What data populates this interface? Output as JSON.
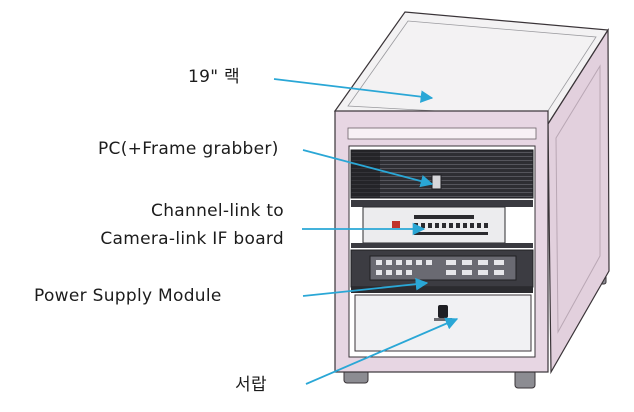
{
  "labels": {
    "rack": "19\" 랙",
    "pc": "PC(+Frame grabber)",
    "channel_link_line1": "Channel-link to",
    "channel_link_line2": "Camera-link IF board",
    "power_supply": "Power Supply Module",
    "drawer": "서랍"
  },
  "icons": {
    "pointer": "arrow-icon"
  },
  "colors": {
    "rack_frame": "#e7d6e3",
    "rack_top": "#f3f2f3",
    "rack_side": "#e2d0dd",
    "outline": "#3a3438",
    "equipment_dark": "#2b2b2f",
    "panel_light": "#ececee",
    "arrow": "#2aa7d6",
    "text": "#1c1c1c"
  }
}
